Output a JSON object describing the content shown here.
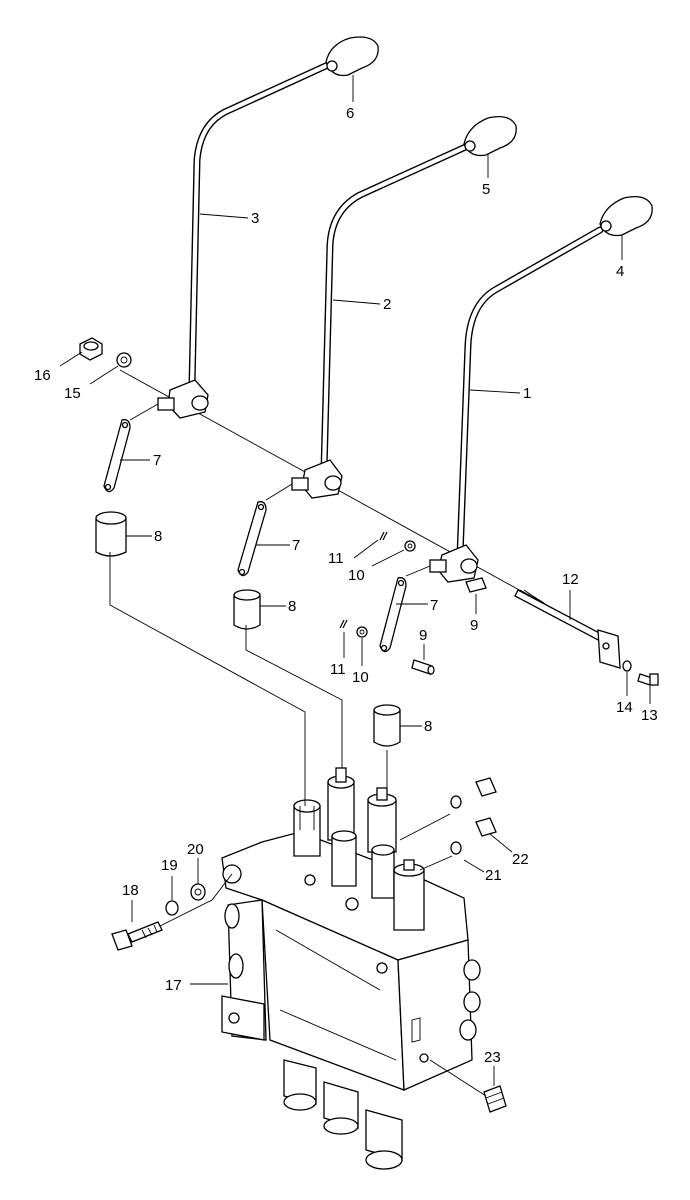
{
  "callouts": {
    "c1": "1",
    "c2": "2",
    "c3": "3",
    "c4": "4",
    "c5": "5",
    "c6": "6",
    "c7a": "7",
    "c7b": "7",
    "c7c": "7",
    "c8a": "8",
    "c8b": "8",
    "c8c": "8",
    "c9a": "9",
    "c9b": "9",
    "c10a": "10",
    "c10b": "10",
    "c11a": "11",
    "c11b": "11",
    "c12": "12",
    "c13": "13",
    "c14": "14",
    "c15": "15",
    "c16": "16",
    "c17": "17",
    "c18": "18",
    "c19": "19",
    "c20": "20",
    "c21": "21",
    "c22": "22",
    "c23": "23"
  }
}
